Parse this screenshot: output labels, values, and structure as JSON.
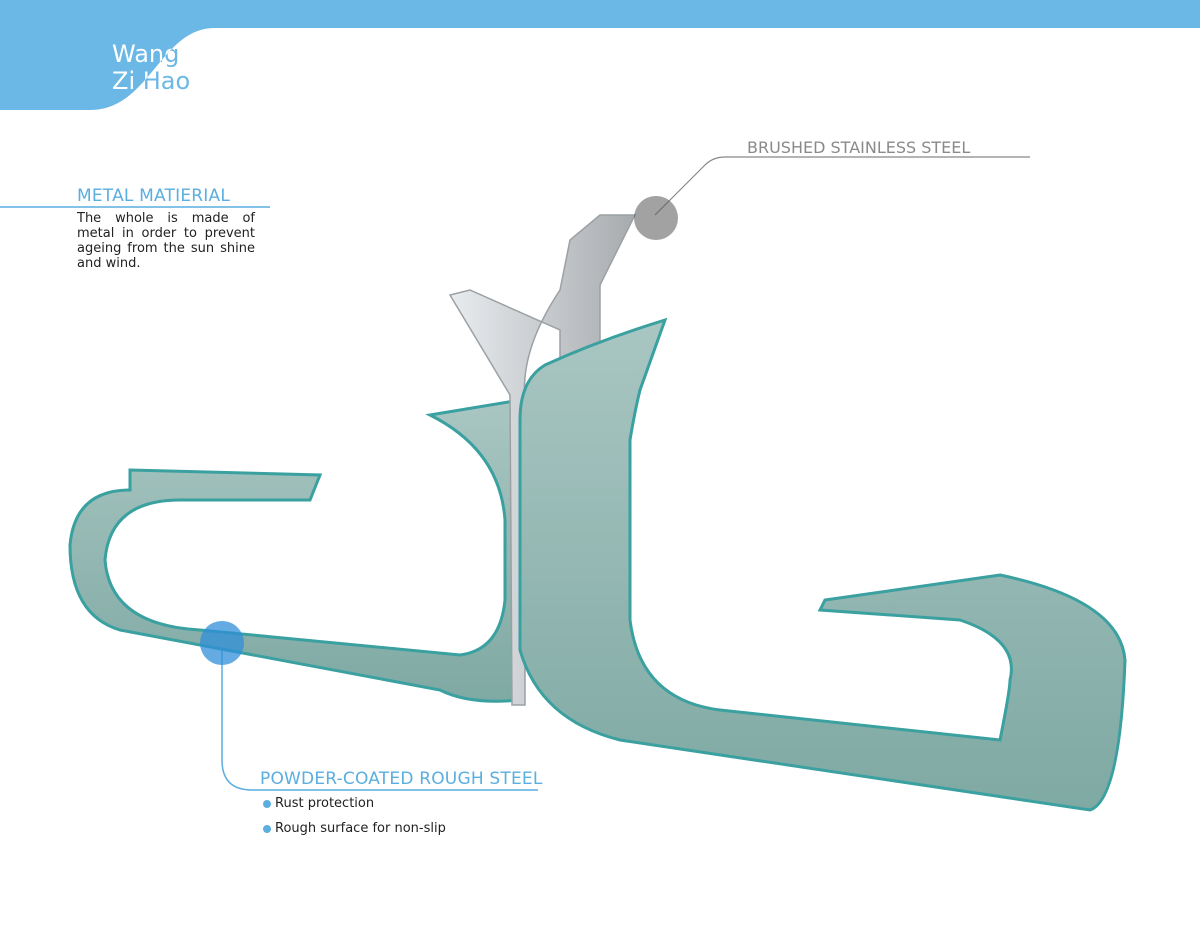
{
  "header": {
    "name_line1": "Wang",
    "name_line2": "Zi Hao",
    "accent_color": "#6bb8e6"
  },
  "metal_section": {
    "title": "METAL MATIERIAL",
    "description": "The whole is made of metal in order to prevent ageing from the sun shine and wind."
  },
  "callouts": {
    "top": {
      "title": "BRUSHED STAINLESS STEEL"
    },
    "bottom": {
      "title": "POWDER-COATED ROUGH STEEL",
      "bullets": [
        "Rust protection",
        "Rough surface for non-slip"
      ]
    }
  },
  "colors": {
    "accent": "#5aaee0",
    "powder_coat": "#8fb8b2",
    "powder_edge": "#3aa0a0",
    "steel": "#c9cccf"
  }
}
